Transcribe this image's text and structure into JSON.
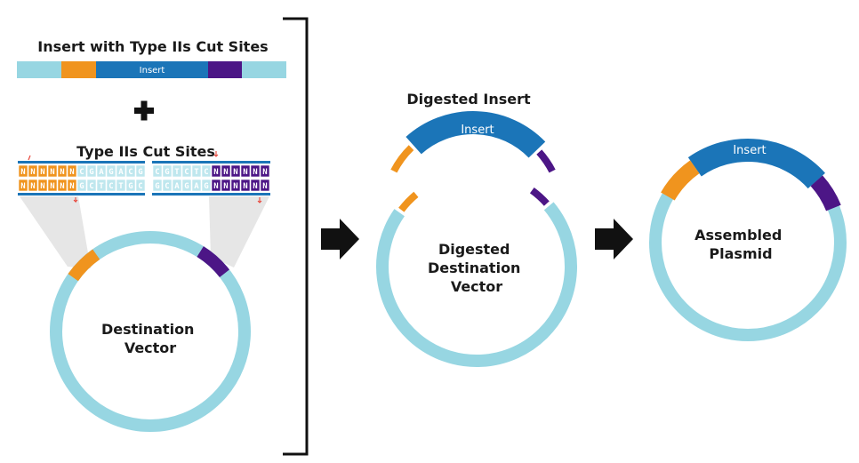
{
  "labels": {
    "insert_title": "Insert with Type IIs Cut Sites",
    "insert_bar_text": "Insert",
    "cut_sites_title": "Type IIs Cut Sites",
    "destination_vector": [
      "Destination",
      "Vector"
    ],
    "digested_insert_title": "Digested Insert",
    "digested_insert_arc": "Insert",
    "digested_vector": [
      "Digested",
      "Destination",
      "Vector"
    ],
    "assembled_insert_arc": "Insert",
    "assembled_plasmid": [
      "Assembled",
      "Plasmid"
    ]
  },
  "sequences": {
    "left_top": [
      "N",
      "N",
      "N",
      "N",
      "N",
      "N",
      "C",
      "G",
      "A",
      "G",
      "A",
      "C",
      "G"
    ],
    "left_bottom": [
      "N",
      "N",
      "N",
      "N",
      "N",
      "N",
      "G",
      "C",
      "T",
      "C",
      "T",
      "G",
      "C"
    ],
    "right_top": [
      "C",
      "G",
      "T",
      "C",
      "T",
      "C",
      "N",
      "N",
      "N",
      "N",
      "N",
      "N"
    ],
    "right_bottom": [
      "G",
      "C",
      "A",
      "G",
      "A",
      "G",
      "N",
      "N",
      "N",
      "N",
      "N",
      "N"
    ]
  },
  "colors": {
    "light_blue": "#97d6e2",
    "dark_blue": "#1b75b8",
    "orange": "#f0941e",
    "purple": "#4c1686",
    "cut_red": "#e8473c",
    "text": "#1a1a1a"
  }
}
